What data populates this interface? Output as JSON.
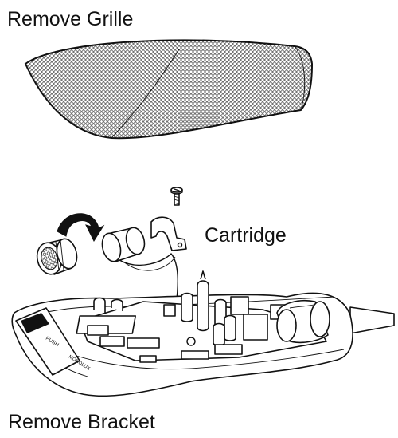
{
  "labels": {
    "top": "Remove Grille",
    "middle": "Cartridge",
    "bottom": "Remove Bracket"
  },
  "device_markings": {
    "push_button": "PUSH",
    "brand": "MONOLUX"
  },
  "colors": {
    "line": "#111111",
    "background": "#ffffff"
  }
}
